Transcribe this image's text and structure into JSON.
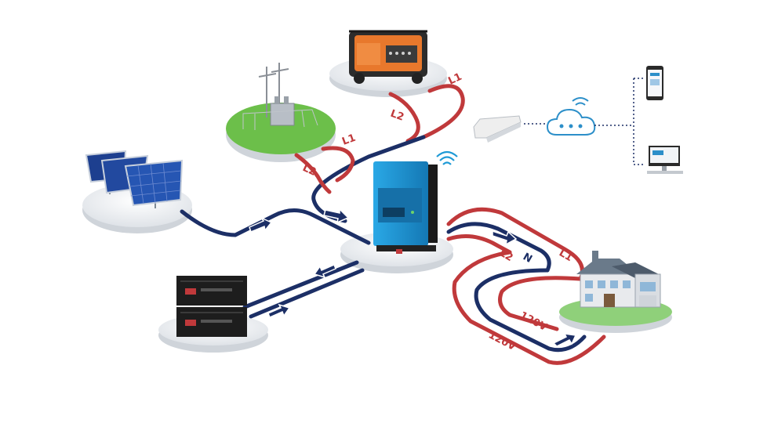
{
  "colors": {
    "live_wire": "#c0393b",
    "neutral_wire": "#1c2f66",
    "inverter": "#1e9ad6",
    "generator": "#e8782c",
    "grass": "#6cbf4a",
    "platform": "#e9ecef",
    "cloud": "#2c8fc9",
    "dotted_link": "#1c2f66"
  },
  "labels": {
    "generator_l1": "L1",
    "generator_l2": "L2",
    "grid_l1": "L1",
    "grid_l2": "L2",
    "house_l1": "L1",
    "house_n": "N",
    "house_l2": "L2",
    "house_v_inner": "120V",
    "house_v_outer": "120V"
  },
  "icons": {
    "solar": "solar-panel-icon",
    "grid": "utility-transformer-icon",
    "generator": "generator-icon",
    "inverter": "inverter-icon",
    "battery": "battery-stack-icon",
    "house": "house-icon",
    "wifi_dongle": "wifi-dongle-icon",
    "cloud": "cloud-icon",
    "phone": "phone-icon",
    "computer": "computer-icon",
    "wifi": "wifi-signal-icon"
  }
}
